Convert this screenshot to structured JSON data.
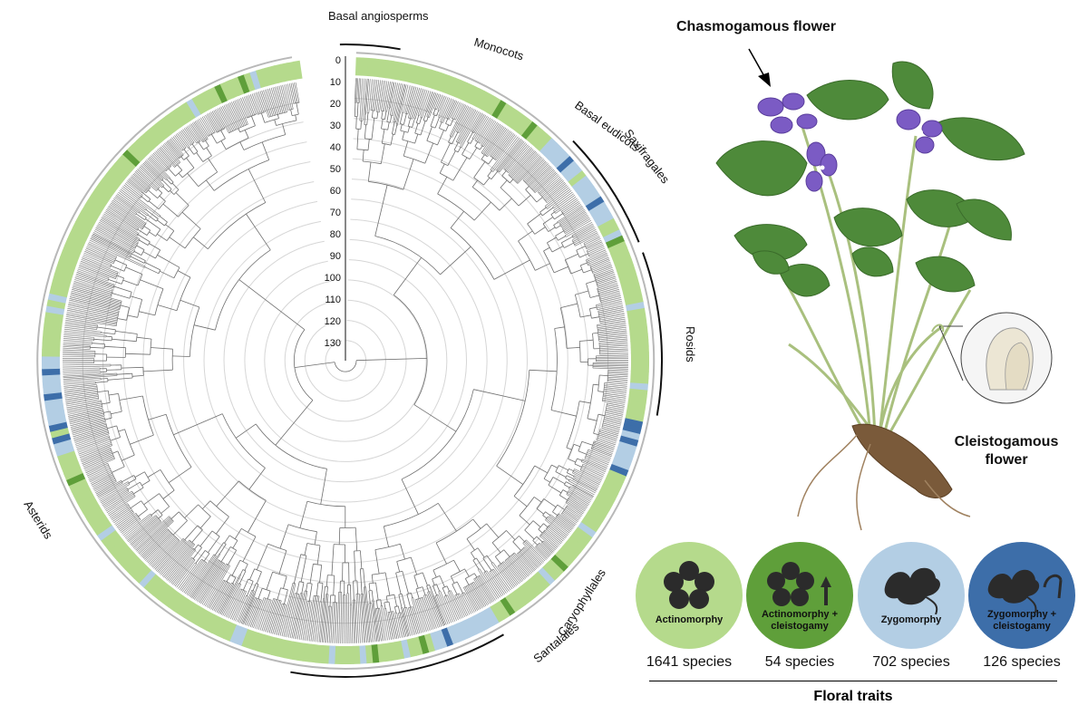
{
  "tree": {
    "axis_ticks": [
      "0",
      "10",
      "20",
      "30",
      "40",
      "50",
      "60",
      "70",
      "80",
      "90",
      "100",
      "110",
      "120",
      "130"
    ],
    "clades": [
      "Basal angiosperms",
      "Monocots",
      "Basal eudicots",
      "Saxifragales",
      "Rosids",
      "Caryophyllales",
      "Santalales",
      "Asterids"
    ]
  },
  "plant": {
    "chasmogamous_label": "Chasmogamous flower",
    "cleistogamous_label_line1": "Cleistogamous",
    "cleistogamous_label_line2": "flower"
  },
  "traits": {
    "title": "Floral traits",
    "items": [
      {
        "label_line1": "Actinomorphy",
        "label_line2": "",
        "count": "1641 species",
        "color": "#b5da8c",
        "icon": "radial-flower-icon"
      },
      {
        "label_line1": "Actinomorphy +",
        "label_line2": "cleistogamy",
        "count": "54 species",
        "color": "#5f9f3a",
        "icon": "radial-flower-with-bud-icon"
      },
      {
        "label_line1": "Zygomorphy",
        "label_line2": "",
        "count": "702 species",
        "color": "#b3cee4",
        "icon": "bilateral-flower-icon"
      },
      {
        "label_line1": "Zygomorphy +",
        "label_line2": "cleistogamy",
        "count": "126 species",
        "color": "#3d6ea9",
        "icon": "bilateral-flower-with-bud-icon"
      }
    ]
  }
}
